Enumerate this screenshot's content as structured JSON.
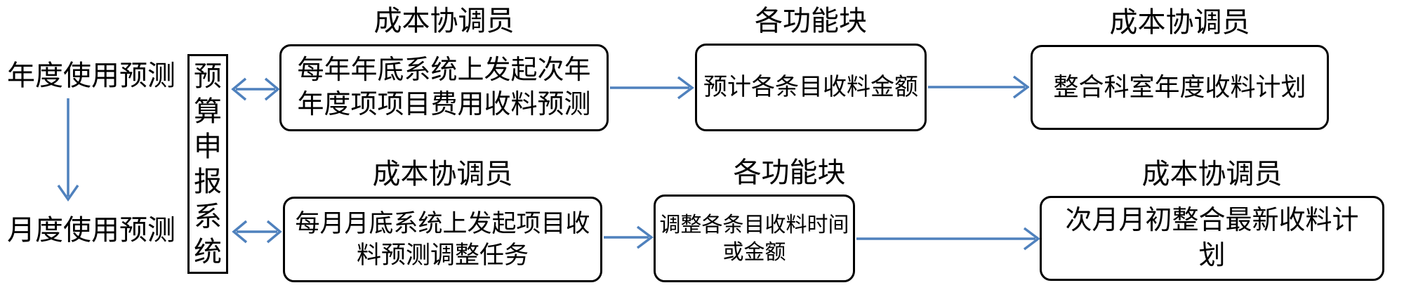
{
  "colors": {
    "arrow": "#4f81bd",
    "box_border": "#000000",
    "text": "#000000",
    "background": "#ffffff"
  },
  "left_labels": {
    "annual": "年度使用预测",
    "monthly": "月度使用预测"
  },
  "system_box": {
    "text": "预算申报系统"
  },
  "rows": [
    {
      "name": "annual-forecast-flow",
      "steps": [
        {
          "role": "成本协调员",
          "text": "每年年底系统上发起次年\n年度项项目费用收料预测"
        },
        {
          "role": "各功能块",
          "text": "预计各条目收料金额"
        },
        {
          "role": "成本协调员",
          "text": "整合科室年度收料计划"
        }
      ]
    },
    {
      "name": "monthly-forecast-flow",
      "steps": [
        {
          "role": "成本协调员",
          "text": "每月月底系统上发起项目收\n料预测调整任务"
        },
        {
          "role": "各功能块",
          "text": "调整各条目收料时间\n或金额"
        },
        {
          "role": "成本协调员",
          "text": "次月月初整合最新收料计\n划"
        }
      ]
    }
  ]
}
